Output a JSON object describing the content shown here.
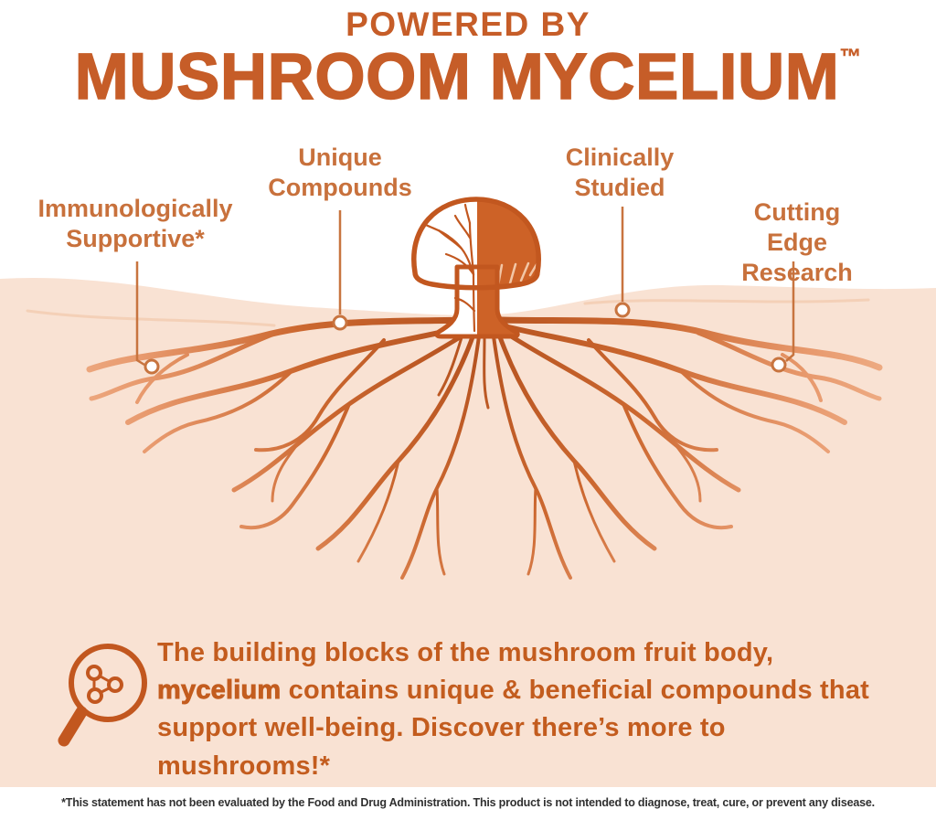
{
  "header": {
    "kicker": "POWERED BY",
    "title": "MUSHROOM MYCELIUM",
    "trademark": "™"
  },
  "callouts": [
    {
      "id": "immunologically-supportive",
      "label": "Immunologically\nSupportive*"
    },
    {
      "id": "unique-compounds",
      "label": "Unique\nCompounds"
    },
    {
      "id": "clinically-studied",
      "label": "Clinically\nStudied"
    },
    {
      "id": "cutting-edge-research",
      "label": "Cutting Edge\nResearch"
    }
  ],
  "description": {
    "pre": "The building blocks of the mushroom fruit body, ",
    "bold": "mycelium",
    "post": " contains unique & beneficial compounds that support well-being. Discover there’s more to mushrooms!*"
  },
  "disclaimer": "*This statement has not been evaluated by the Food and Drug Administration. This product is not intended to diagnose, treat, cure, or prevent any disease.",
  "icons": {
    "magnifier": "magnifier-icon",
    "illustration": "mushroom-mycelium-illustration"
  },
  "colors": {
    "accent": "#c65d28",
    "callout_text": "#c8713c",
    "description_text": "#c35c1e",
    "ground": "#f9e2d3",
    "root_dark": "#b5521f",
    "root_light": "#f0b38d",
    "disclaimer_text": "#303030"
  }
}
